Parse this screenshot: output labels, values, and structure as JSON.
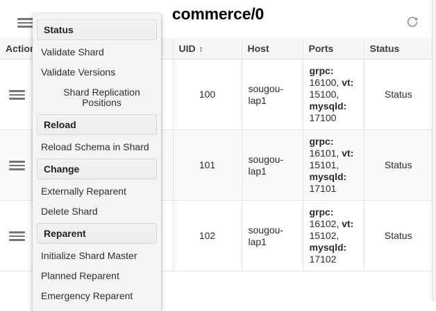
{
  "header": {
    "title": "commerce/0",
    "menu_icon": "hamburger-icon",
    "refresh_icon": "refresh-icon"
  },
  "table": {
    "columns": [
      {
        "key": "action",
        "label": "Action",
        "sortable": false
      },
      {
        "key": "name",
        "label": "",
        "sortable": false
      },
      {
        "key": "uid",
        "label": "UID",
        "sortable": true,
        "sort_glyph": "↕"
      },
      {
        "key": "host",
        "label": "Host",
        "sortable": false
      },
      {
        "key": "ports",
        "label": "Ports",
        "sortable": false
      },
      {
        "key": "status",
        "label": "Status",
        "sortable": false
      }
    ],
    "rows": [
      {
        "action_icon": "hamburger-icon",
        "uid": "100",
        "host": "sougou-lap1",
        "ports": {
          "grpc_label": "grpc:",
          "grpc": "16100,",
          "vt_label": "vt:",
          "vt": "15100,",
          "mysqld_label": "mysqld:",
          "mysqld": "17100"
        },
        "status": "Status"
      },
      {
        "action_icon": "hamburger-icon",
        "uid": "101",
        "host": "sougou-lap1",
        "ports": {
          "grpc_label": "grpc:",
          "grpc": "16101,",
          "vt_label": "vt:",
          "vt": "15101,",
          "mysqld_label": "mysqld:",
          "mysqld": "17101"
        },
        "status": "Status"
      },
      {
        "action_icon": "hamburger-icon",
        "uid": "102",
        "host": "sougou-lap1",
        "ports": {
          "grpc_label": "grpc:",
          "grpc": "16102,",
          "vt_label": "vt:",
          "vt": "15102,",
          "mysqld_label": "mysqld:",
          "mysqld": "17102"
        },
        "status": "Status"
      }
    ]
  },
  "menu": {
    "sections": [
      {
        "header": "Status",
        "items": [
          {
            "label": "Validate Shard",
            "indent": false
          },
          {
            "label": "Validate Versions",
            "indent": false
          },
          {
            "label": "Shard Replication Positions",
            "indent": true
          }
        ]
      },
      {
        "header": "Reload",
        "items": [
          {
            "label": "Reload Schema in Shard",
            "indent": false
          }
        ]
      },
      {
        "header": "Change",
        "items": [
          {
            "label": "Externally Reparent",
            "indent": false
          },
          {
            "label": "Delete Shard",
            "indent": false
          }
        ]
      },
      {
        "header": "Reparent",
        "items": [
          {
            "label": "Initialize Shard Master",
            "indent": false
          },
          {
            "label": "Planned Reparent",
            "indent": false
          },
          {
            "label": "Emergency Reparent",
            "indent": false
          }
        ]
      }
    ]
  },
  "colors": {
    "page_bg": "#ffffff",
    "header_row_bg": "#f7f7f7",
    "alt_row_bg": "#fafafa",
    "menu_bg": "#f5f5f5",
    "text": "#2b2b2b",
    "icon_gray": "#757575",
    "border": "#e3e3e3"
  }
}
